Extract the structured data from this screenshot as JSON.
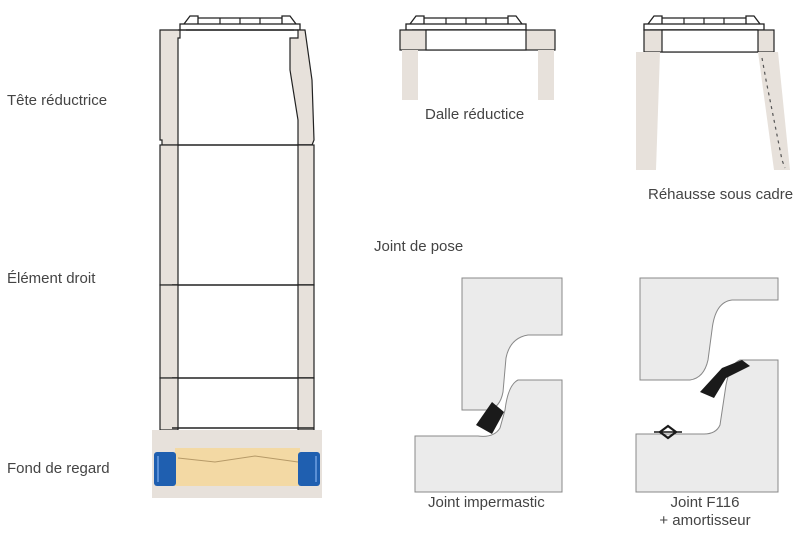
{
  "left_labels": {
    "tete": "Tête réductrice",
    "element": "Élément droit",
    "fond": "Fond de regard"
  },
  "captions": {
    "dalle": "Dalle réductice",
    "rehausse": "Réhausse sous cadre",
    "joint_title": "Joint de pose",
    "impermastic": "Joint impermastic",
    "f116_line1": "Joint F116",
    "f116_line2": "+ amortisseur"
  },
  "colors": {
    "concrete": "#e7e1db",
    "outline": "#222222",
    "joint_panel": "#ebebeb",
    "seal_blue": "#1f5fb0",
    "base_fill": "#f3d9a4",
    "joint_black": "#1a1a1a",
    "text": "#444444"
  }
}
